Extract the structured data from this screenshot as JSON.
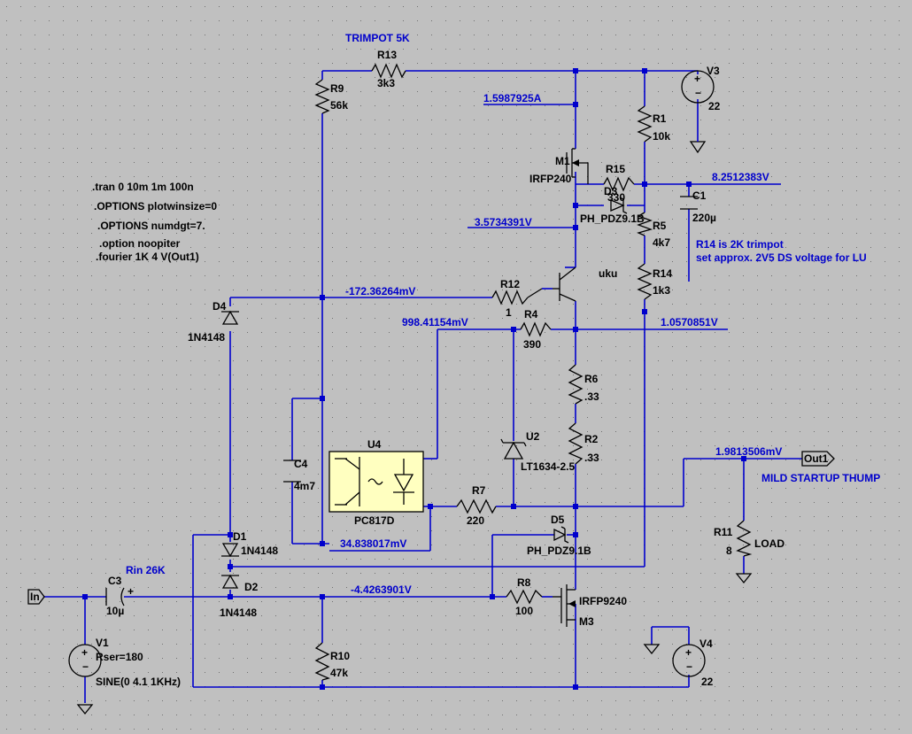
{
  "diagram_type": "LTspice schematic",
  "colors": {
    "background": "#c0c0c0",
    "wire": "#0000cc",
    "component": "#000000",
    "node_label": "#0000cc",
    "optocoupler_fill": "#ffffc0"
  },
  "components": {
    "r13": {
      "ref": "R13",
      "value": "3k3"
    },
    "r9": {
      "ref": "R9",
      "value": "56k"
    },
    "r1": {
      "ref": "R1",
      "value": "10k"
    },
    "r15": {
      "ref": "R15",
      "value": "330"
    },
    "r5": {
      "ref": "R5",
      "value": "4k7"
    },
    "r14": {
      "ref": "R14",
      "value": "1k3"
    },
    "r12": {
      "ref": "R12",
      "value": "1"
    },
    "r4": {
      "ref": "R4",
      "value": "390"
    },
    "r6": {
      "ref": "R6",
      "value": ".33"
    },
    "r2": {
      "ref": "R2",
      "value": ".33"
    },
    "r7": {
      "ref": "R7",
      "value": "220"
    },
    "r8": {
      "ref": "R8",
      "value": "100"
    },
    "r10": {
      "ref": "R10",
      "value": "47k"
    },
    "r11": {
      "ref": "R11",
      "value": "8",
      "label": "LOAD"
    },
    "c1": {
      "ref": "C1",
      "value": "220µ"
    },
    "c3": {
      "ref": "C3",
      "value": "10µ"
    },
    "c4": {
      "ref": "C4",
      "value": "4m7"
    },
    "d1": {
      "ref": "D1",
      "value": "1N4148"
    },
    "d2": {
      "ref": "D2",
      "value": "1N4148"
    },
    "d3": {
      "ref": "D3",
      "value": "PH_PDZ9.1B"
    },
    "d4": {
      "ref": "D4",
      "value": "1N4148"
    },
    "d5": {
      "ref": "D5",
      "value": "PH_PDZ9.1B"
    },
    "m1": {
      "ref": "M1",
      "value": "IRFP240"
    },
    "m3": {
      "ref": "M3",
      "value": "IRFP9240"
    },
    "u2": {
      "ref": "U2",
      "value": "LT1634-2.5"
    },
    "u4": {
      "ref": "U4",
      "value": "PC817D"
    },
    "v1": {
      "ref": "V1",
      "params": "Rser=180",
      "value": "SINE(0 4.1 1KHz)"
    },
    "v3": {
      "ref": "V3",
      "value": "22"
    },
    "v4": {
      "ref": "V4",
      "value": "22"
    }
  },
  "node_labels": {
    "i_top": "1.5987925A",
    "v_out_pos": "8.2512383V",
    "v_gate_m1": "3.5734391V",
    "v_r12": "-172.36264mV",
    "v_r4_left": "998.41154mV",
    "v_r4_right": "1.0570851V",
    "v_out": "1.9813506mV",
    "v_opto": "34.838017mV",
    "v_m3_gate": "-4.4263901V"
  },
  "ports": {
    "in": "In",
    "out": "Out1"
  },
  "annotations": {
    "trimpot": "TRIMPOT 5K",
    "rin": "Rin 26K",
    "r14_note_1": "R14 is 2K trimpot",
    "r14_note_2": "set approx. 2V5 DS voltage for LU",
    "thump": "MILD STARTUP THUMP",
    "small": "uku"
  },
  "directives": [
    ".tran 0 10m 1m 100n",
    ".OPTIONS plotwinsize=0",
    ".OPTIONS numdgt=7.",
    ".option noopiter",
    ".fourier 1K 4 V(Out1)"
  ]
}
